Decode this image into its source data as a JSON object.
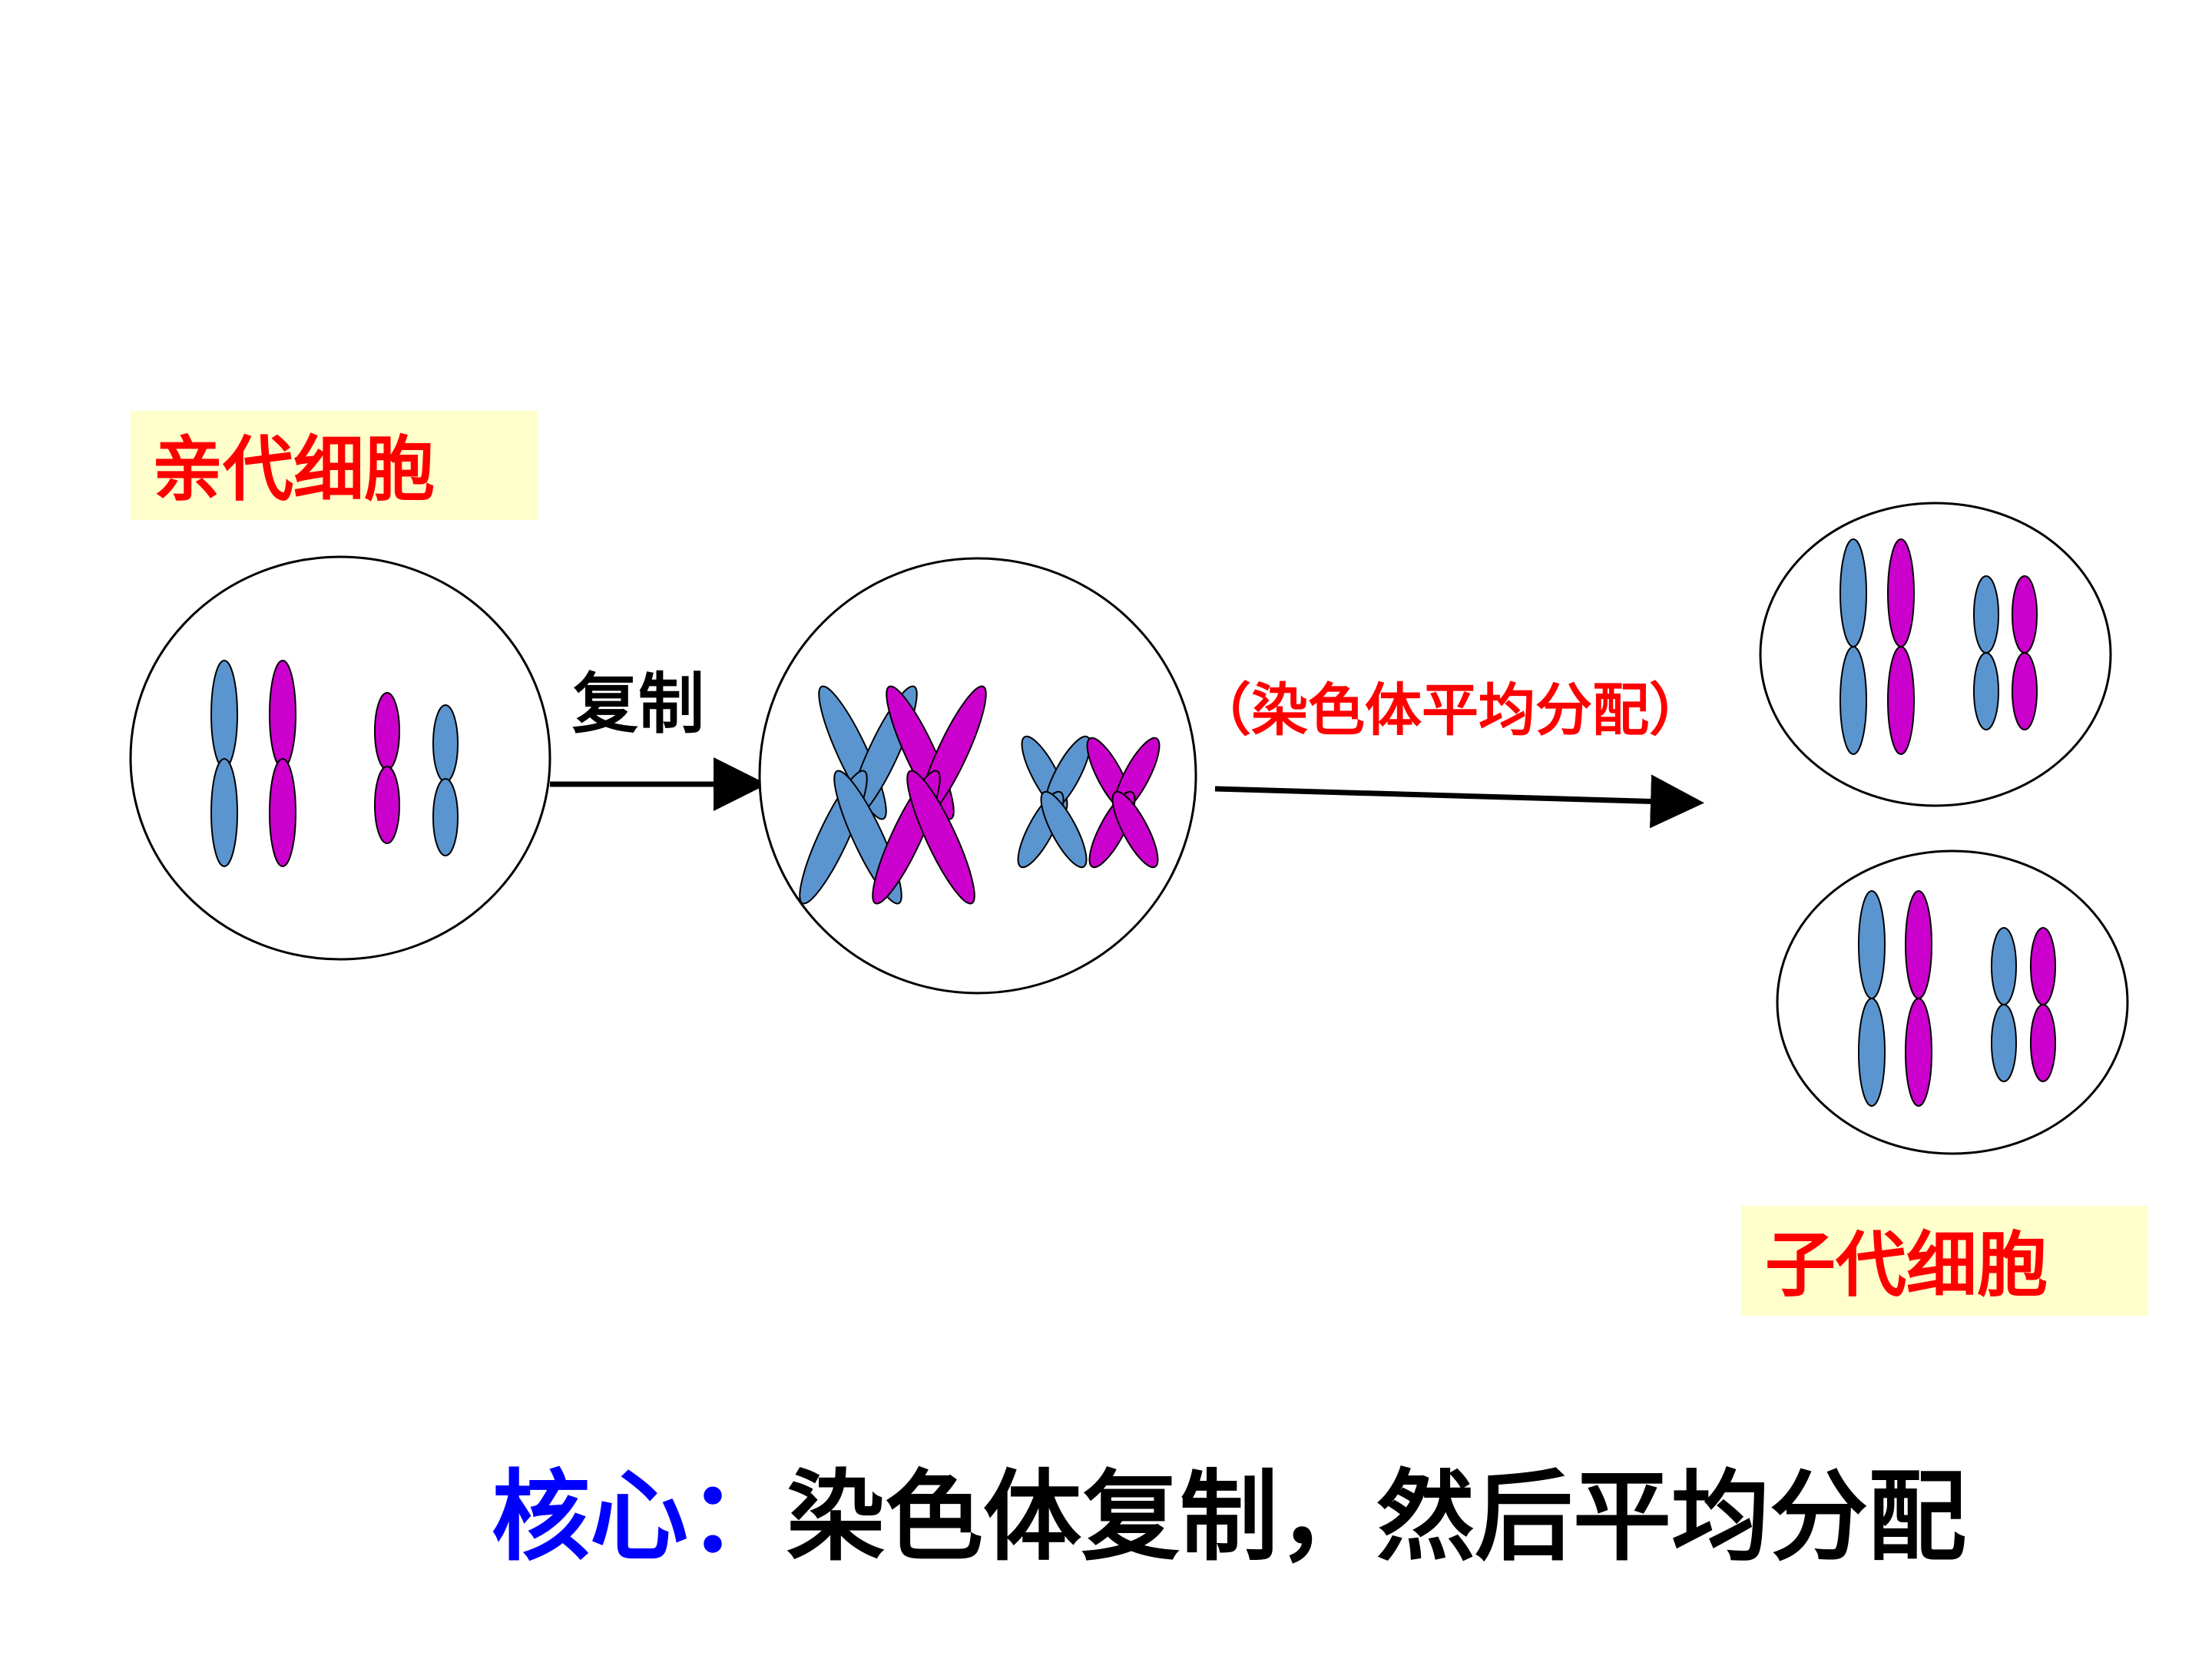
{
  "labels": {
    "parent_cell": "亲代细胞",
    "replication": "复制",
    "distribution": "（染色体平均分配）",
    "daughter_cells": "子代细胞"
  },
  "summary": {
    "prefix": "核心：",
    "text": "染色体复制，然后平均分配"
  },
  "colors": {
    "blue_chromosome": "#5b95d0",
    "purple_chromosome": "#cc00cc",
    "label_red": "#ff0000",
    "label_background": "#ffffcc",
    "core_blue": "#0000ff"
  }
}
